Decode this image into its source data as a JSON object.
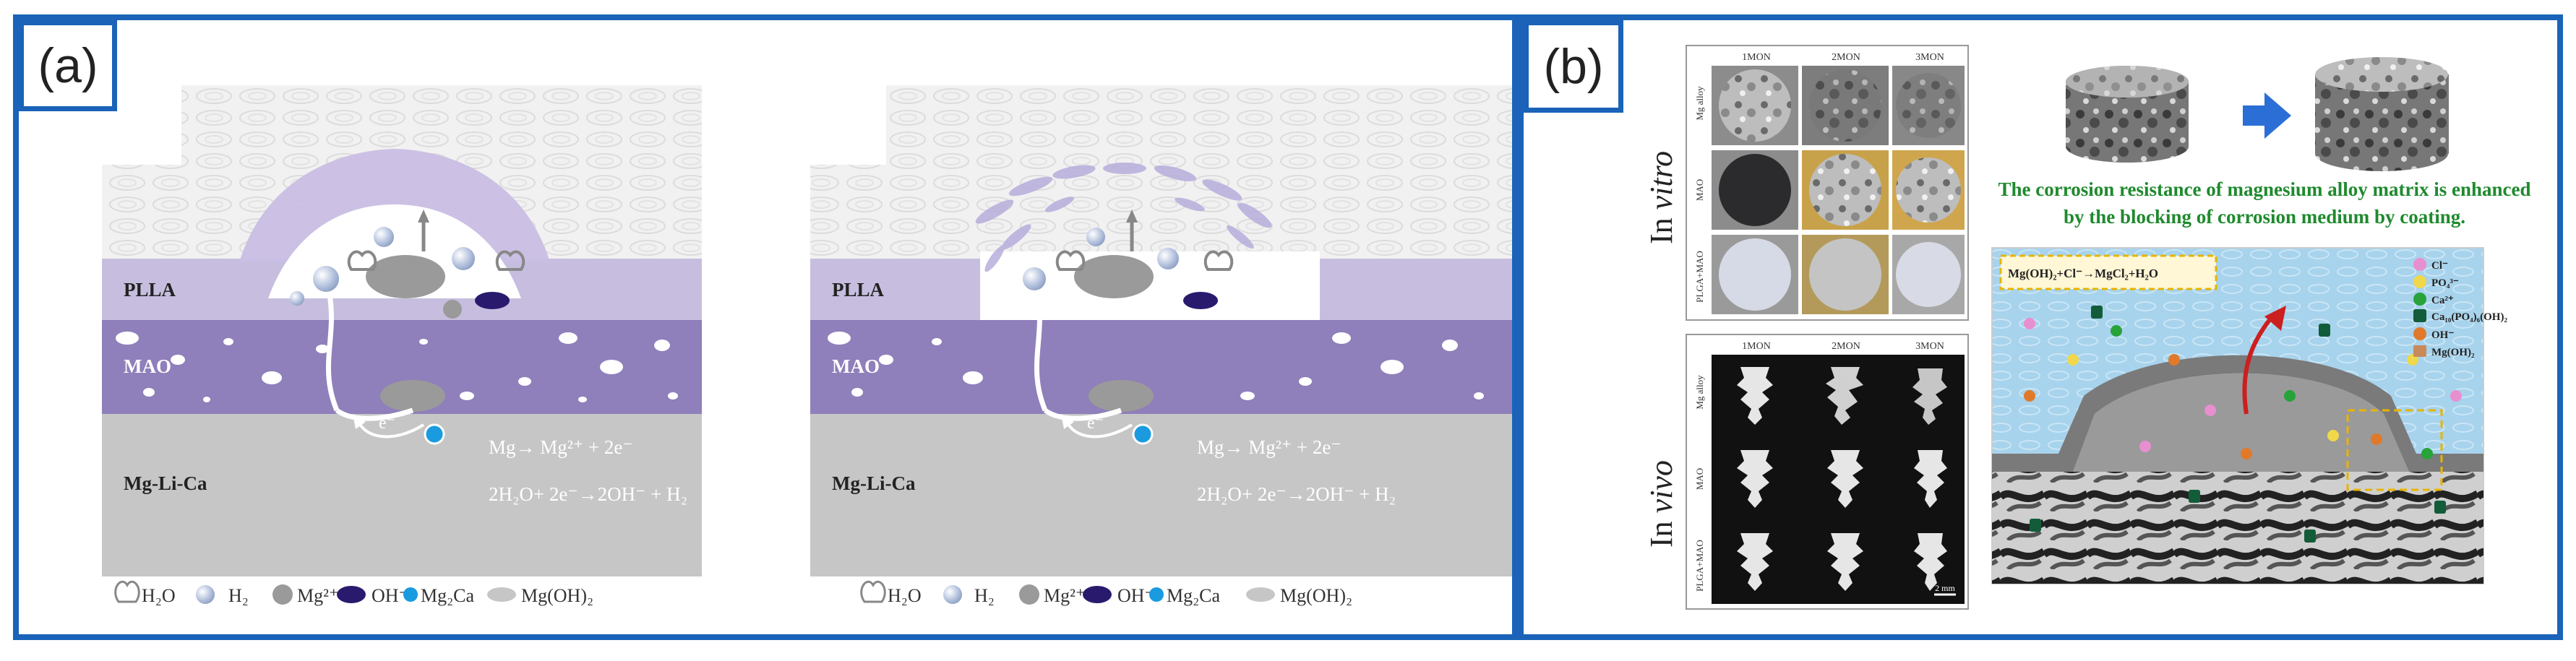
{
  "panel_a": {
    "tag": "(a)",
    "left_diagram": {
      "layers": [
        "PLLA",
        "MAO",
        "Mg-Li-Ca"
      ],
      "reaction_1": "Mg→ Mg²⁺ + 2e⁻",
      "reaction_2": "2H₂O+ 2e⁻→2OH⁻ + H₂",
      "electron": "e⁻"
    },
    "right_diagram": {
      "layers": [
        "PLLA",
        "MAO",
        "Mg-Li-Ca"
      ],
      "reaction_1": "Mg→ Mg²⁺ + 2e⁻",
      "reaction_2": "2H₂O+ 2e⁻→2OH⁻ + H₂",
      "electron": "e⁻"
    },
    "legend": [
      "H₂O",
      "H₂",
      "Mg²⁺",
      "OH⁻",
      "Mg₂Ca",
      "Mg(OH)₂"
    ],
    "colors": {
      "plla": "#c7bedf",
      "mao": "#8f7fba",
      "substrate": "#c6c6c6",
      "oh_ion": "#2a1a6e",
      "mg2ca": "#1a9be0",
      "mg_ion": "#9a9a9a"
    }
  },
  "panel_b": {
    "tag": "(b)",
    "in_vitro_label": [
      "In ",
      "vitro"
    ],
    "in_vivo_label": [
      "In ",
      "vivo"
    ],
    "vitro_columns": [
      "1MON",
      "2MON",
      "3MON"
    ],
    "vitro_rows": [
      "Mg alloy",
      "MAO",
      "PLGA+MAO"
    ],
    "vivo_columns": [
      "1MON",
      "2MON",
      "3MON"
    ],
    "vivo_rows": [
      "Mg alloy",
      "MAO",
      "PLGA+MAO"
    ],
    "scale_bar": "2 mm",
    "caption": "The corrosion resistance of magnesium alloy matrix is enhanced by the blocking of corrosion medium by coating.",
    "reaction_box": "Mg(OH)₂+Cl⁻→MgCl₂+H₂O",
    "ion_legend": [
      "Cl⁻",
      "PO₄³⁻",
      "Ca²⁺",
      "Ca₁₀(PO₄)₆(OH)₂",
      "OH⁻",
      "Mg(OH)₂"
    ],
    "colors": {
      "caption": "#1f8a2e",
      "arrow": "#2b6fd6",
      "reaction_box": "#e8b400"
    }
  }
}
